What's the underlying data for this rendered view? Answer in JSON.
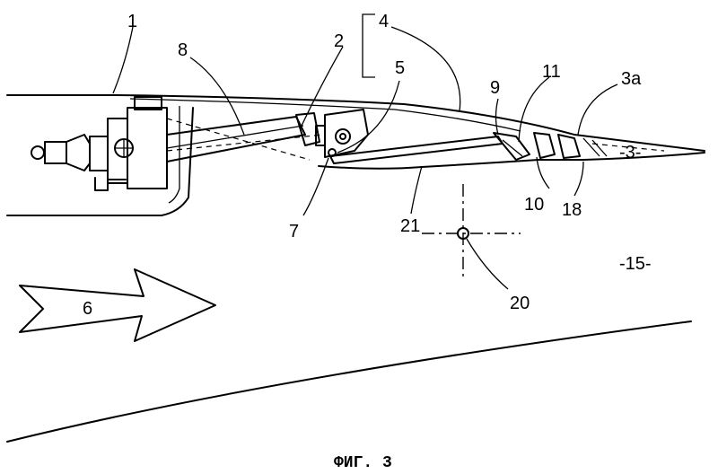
{
  "labels": {
    "l1": "1",
    "l2": "2",
    "l3a": "3a",
    "l3": "-3-",
    "l4": "4",
    "l5": "5",
    "l6": "6",
    "l7": "7",
    "l8": "8",
    "l9": "9",
    "l10": "10",
    "l11": "11",
    "l15": "-15-",
    "l18": "18",
    "l20": "20",
    "l21": "21"
  },
  "caption": "ФИГ. 3"
}
